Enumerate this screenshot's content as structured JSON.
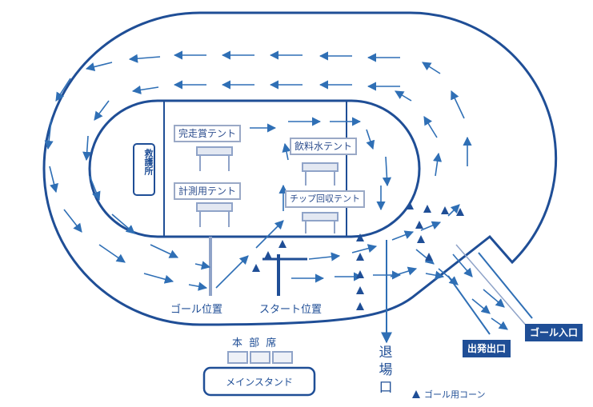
{
  "labels": {
    "tent_finish": "完走賞テント",
    "tent_water": "飲料水テント",
    "tent_timing": "計測用テント",
    "tent_chip": "チップ回収テント",
    "side_box": "救護所",
    "goal_position": "ゴール位置",
    "start_position": "スタート位置",
    "hq": "本 部 席",
    "main_stand": "メインスタンド",
    "exit": "退場口",
    "departure_exit": "出発出口",
    "goal_entrance": "ゴール入口",
    "legend_cone": "ゴール用コーン"
  },
  "colors": {
    "primary": "#1f4e96",
    "arrow": "#2f6fb5",
    "light": "#8fa3c8",
    "cone": "#1f4e96"
  }
}
